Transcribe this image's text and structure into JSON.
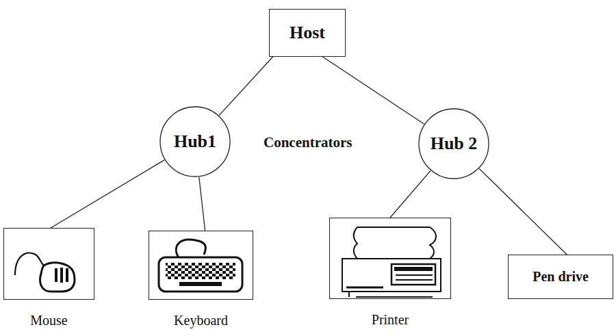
{
  "diagram": {
    "nodes": [
      {
        "text": [
          "Host"
        ]
      },
      {
        "text": [
          "Hub1"
        ]
      },
      {
        "text": [
          "Hub 2"
        ]
      },
      {
        "text": [
          "Mouse"
        ]
      },
      {
        "text": [
          "Keyboard"
        ]
      },
      {
        "text": [
          "Printer"
        ]
      },
      {
        "text": [
          "Pen drive"
        ]
      }
    ],
    "edges": [
      {
        "from": 0,
        "to": 1,
        "arrow": "none"
      },
      {
        "from": 0,
        "to": 2,
        "arrow": "none"
      },
      {
        "from": 1,
        "to": 3,
        "arrow": "none"
      },
      {
        "from": 1,
        "to": 4,
        "arrow": "none"
      },
      {
        "from": 2,
        "to": 5,
        "arrow": "none"
      },
      {
        "from": 2,
        "to": 6,
        "arrow": "none"
      }
    ],
    "labels": [
      "Concentrators"
    ]
  }
}
